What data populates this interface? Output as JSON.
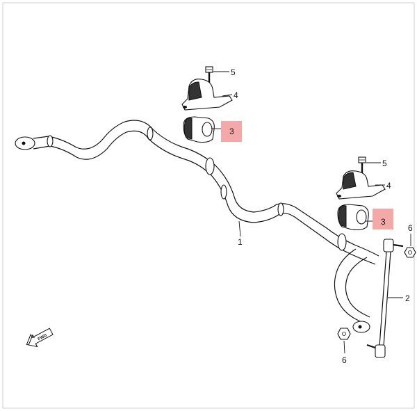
{
  "callouts": [
    {
      "id": "stabilizer-bar",
      "label": "1"
    },
    {
      "id": "stabilizer-link",
      "label": "2"
    },
    {
      "id": "bushing-left",
      "label": "3",
      "highlight": "#f4a9a9"
    },
    {
      "id": "bushing-right",
      "label": "3",
      "highlight": "#f4a9a9"
    },
    {
      "id": "bracket-left",
      "label": "4"
    },
    {
      "id": "bracket-right",
      "label": "4"
    },
    {
      "id": "bolt-left",
      "label": "5"
    },
    {
      "id": "bolt-right",
      "label": "5"
    },
    {
      "id": "nut-upper",
      "label": "6"
    },
    {
      "id": "nut-lower",
      "label": "6"
    }
  ],
  "direction_arrow": {
    "label": "FWD"
  },
  "colors": {
    "line": "#111111",
    "highlight": "#f4a9a9",
    "frame": "#cccccc"
  }
}
